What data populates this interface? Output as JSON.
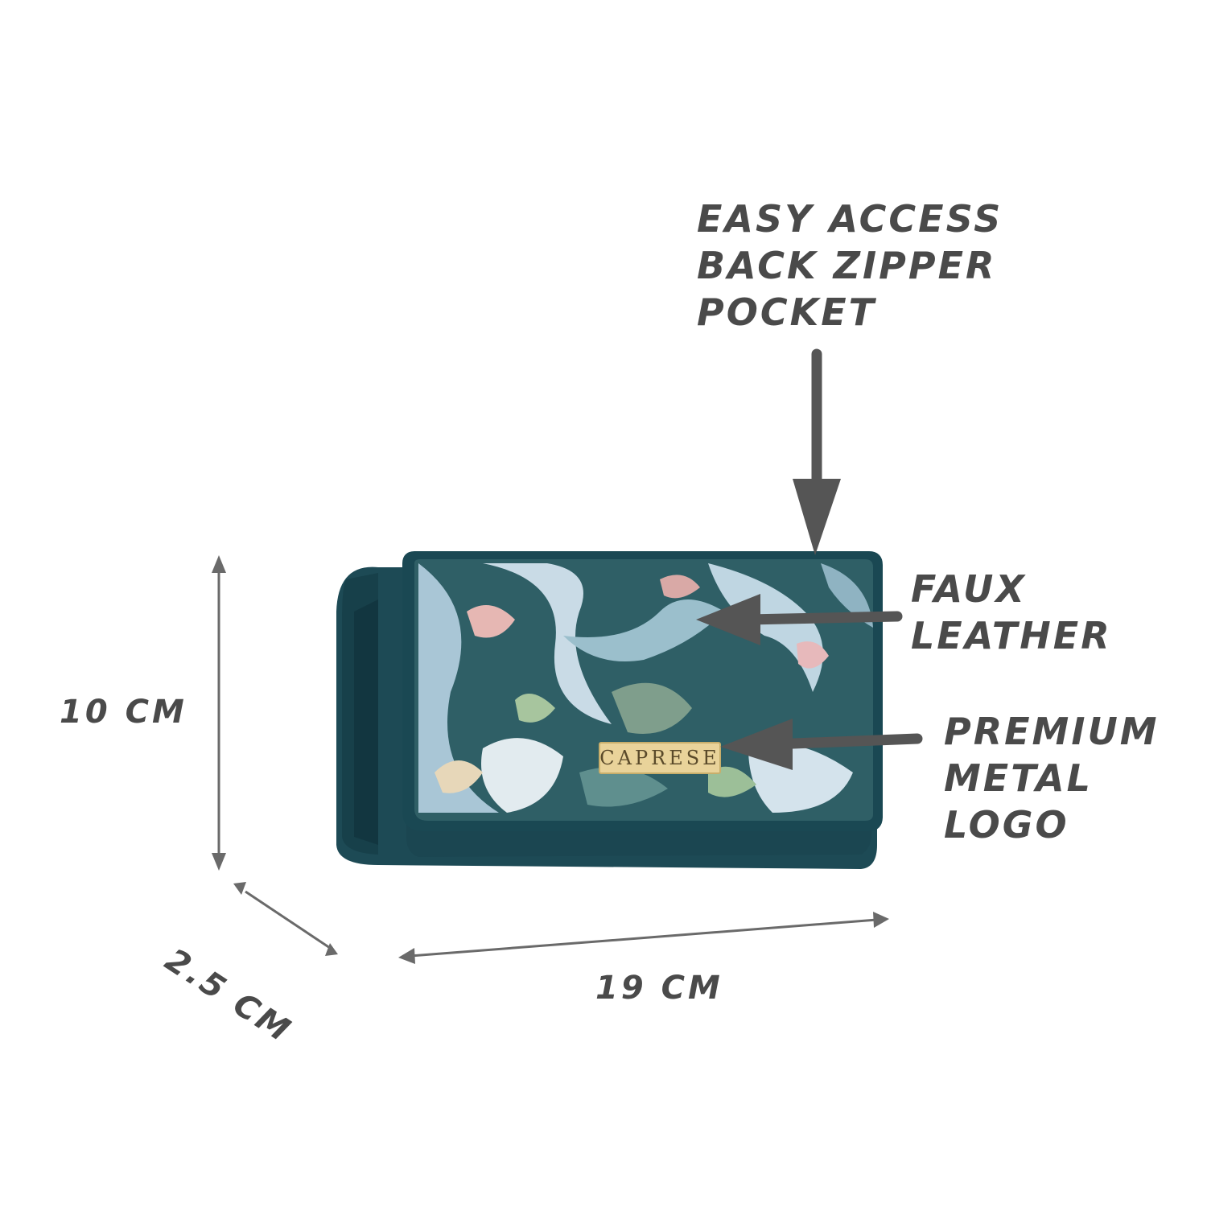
{
  "callouts": {
    "zipper": {
      "lines": [
        "EASY ACCESS",
        "BACK ZIPPER",
        "POCKET"
      ]
    },
    "material": {
      "lines": [
        "FAUX",
        "LEATHER"
      ]
    },
    "logo": {
      "lines": [
        "PREMIUM",
        "METAL",
        "LOGO"
      ]
    }
  },
  "dimensions": {
    "height": "10 CM",
    "depth": "2.5 CM",
    "width": "19 CM"
  },
  "product": {
    "brand_logo_text": "CAPRESE",
    "colors": {
      "body": "#1d4a55",
      "body_dark": "#123640",
      "fabric_base": "#2f5f66",
      "logo_plate": "#e9d39a",
      "annotation": "#4a4a4a"
    }
  }
}
